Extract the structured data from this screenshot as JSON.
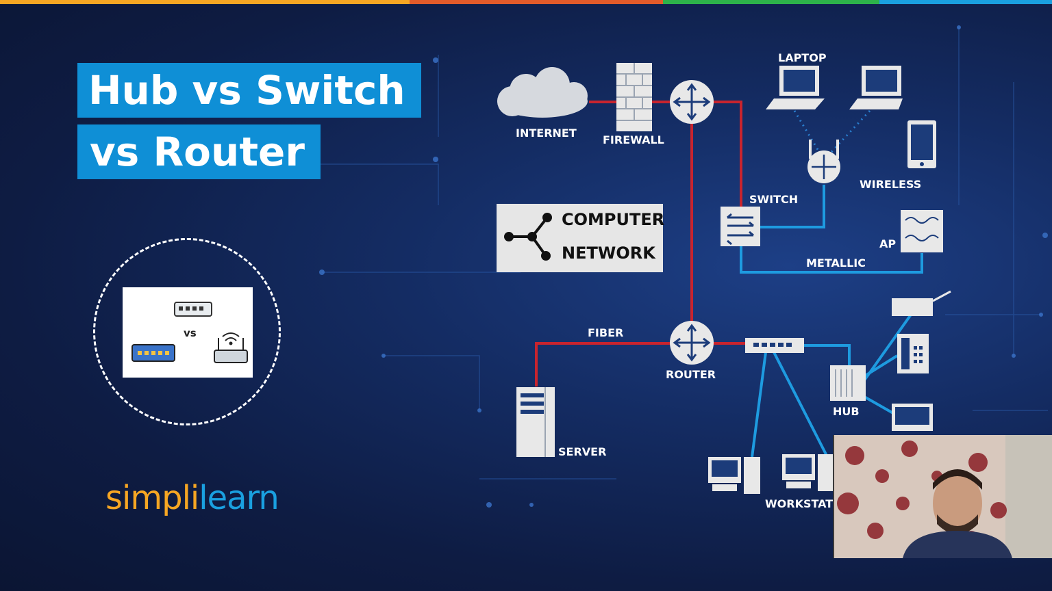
{
  "title": {
    "line1": "Hub vs Switch",
    "line2": "vs Router"
  },
  "thumbnail": {
    "vs_label": "vs"
  },
  "brand": {
    "part1": "simpl",
    "part2": "i",
    "part3": "learn"
  },
  "diagram": {
    "center_title_line1": "COMPUTER",
    "center_title_line2": "NETWORK",
    "labels": {
      "internet": "INTERNET",
      "firewall": "FIREWALL",
      "laptop": "LAPTOP",
      "wireless": "WIRELESS",
      "switch": "SWITCH",
      "ap": "AP",
      "metallic": "METALLIC",
      "fiber": "FIBER",
      "router": "ROUTER",
      "hub": "HUB",
      "server": "SERVER",
      "workstation": "WORKSTATI"
    }
  },
  "colors": {
    "title_bg": "#0f8fd6",
    "fiber_line": "#c8242e",
    "metallic_line": "#1e9be0",
    "brand_orange": "#f6a623",
    "brand_blue": "#1aa0e0",
    "top_bar": [
      "#f6a623",
      "#e25b2a",
      "#2db34a",
      "#1aa0e0"
    ]
  },
  "icons": [
    "cloud-icon",
    "firewall-icon",
    "router-icon",
    "switch-icon",
    "laptop-icon",
    "tablet-icon",
    "access-point-icon",
    "hub-icon",
    "server-icon",
    "workstation-icon",
    "printer-icon",
    "phone-icon",
    "monitor-icon",
    "network-share-icon"
  ]
}
